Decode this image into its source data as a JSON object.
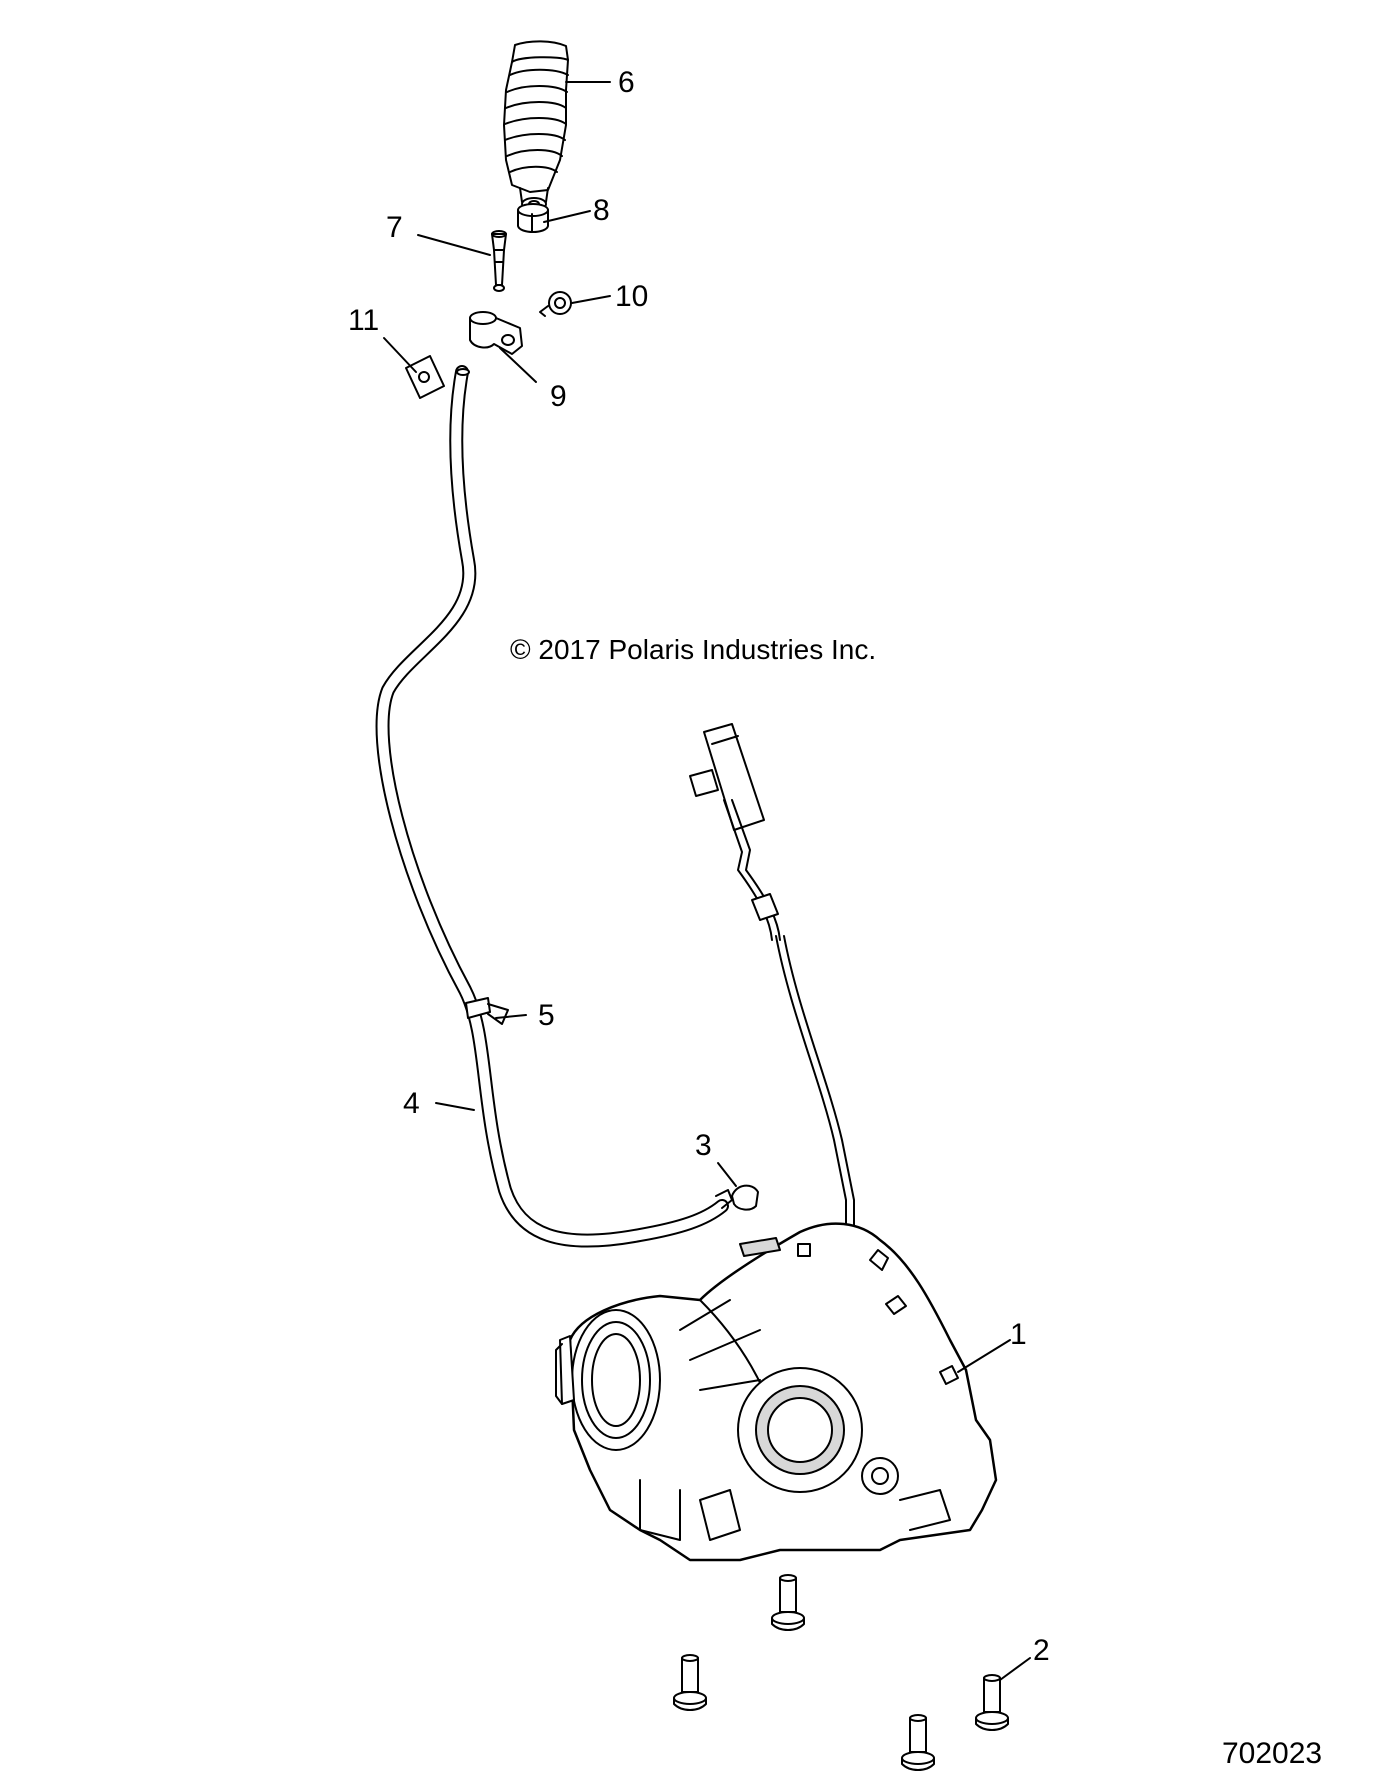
{
  "copyright": "© 2017 Polaris Industries Inc.",
  "figure_number": "702023",
  "callouts": [
    "1",
    "2",
    "3",
    "4",
    "5",
    "6",
    "7",
    "8",
    "9",
    "10",
    "11"
  ],
  "colors": {
    "line": "#000000",
    "background": "#ffffff",
    "shade": "#d8d8d8"
  }
}
